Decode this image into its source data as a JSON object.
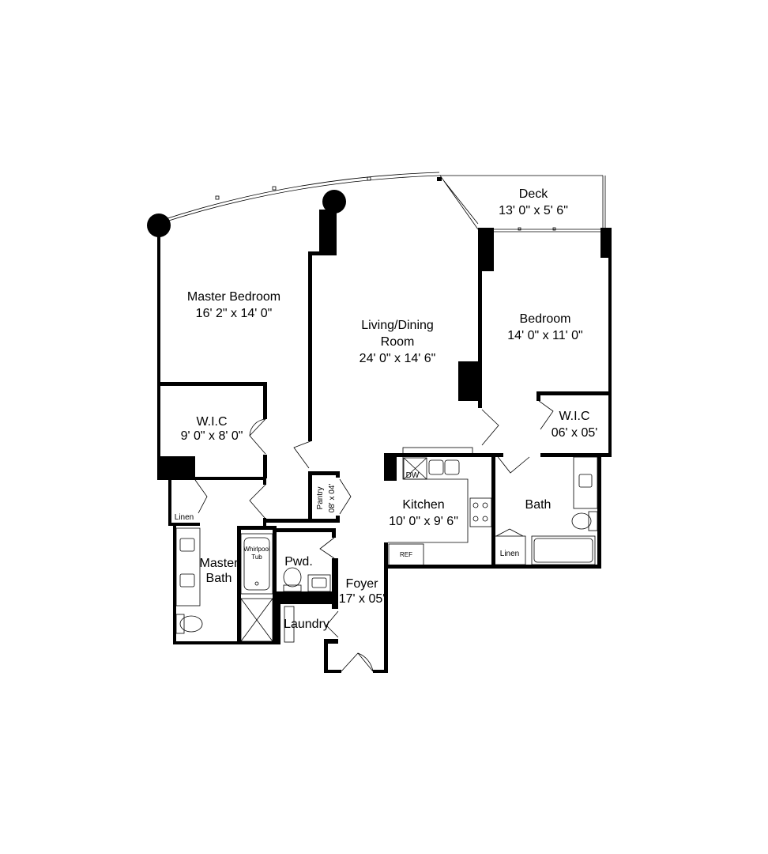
{
  "rooms": {
    "master_bedroom": {
      "name": "Master Bedroom",
      "size": "16' 2\" x 14' 0\""
    },
    "living_dining": {
      "name_line1": "Living/Dining",
      "name_line2": "Room",
      "size": "24' 0\" x 14' 6\""
    },
    "deck": {
      "name": "Deck",
      "size": "13' 0\" x 5' 6\""
    },
    "bedroom": {
      "name": "Bedroom",
      "size": "14' 0\" x 11' 0\""
    },
    "wic_master": {
      "name": "W.I.C",
      "size": "9' 0\" x 8' 0\""
    },
    "wic_bedroom": {
      "name": "W.I.C",
      "size": "06' x 05'"
    },
    "kitchen": {
      "name": "Kitchen",
      "size": "10' 0\" x 9' 6\""
    },
    "bath": {
      "name": "Bath"
    },
    "master_bath": {
      "name_line1": "Master",
      "name_line2": "Bath"
    },
    "pantry": {
      "name": "Pantry",
      "size": "08' x 04'"
    },
    "powder": {
      "name": "Pwd."
    },
    "foyer": {
      "name": "Foyer",
      "size": "17' x 05'"
    },
    "laundry": {
      "name": "Laundry"
    }
  },
  "fixtures": {
    "linen_master": "Linen",
    "linen_bath": "Linen",
    "whirlpool_line1": "Whirlpool",
    "whirlpool_line2": "Tub",
    "dishwasher": "DW",
    "refrigerator": "REF"
  }
}
